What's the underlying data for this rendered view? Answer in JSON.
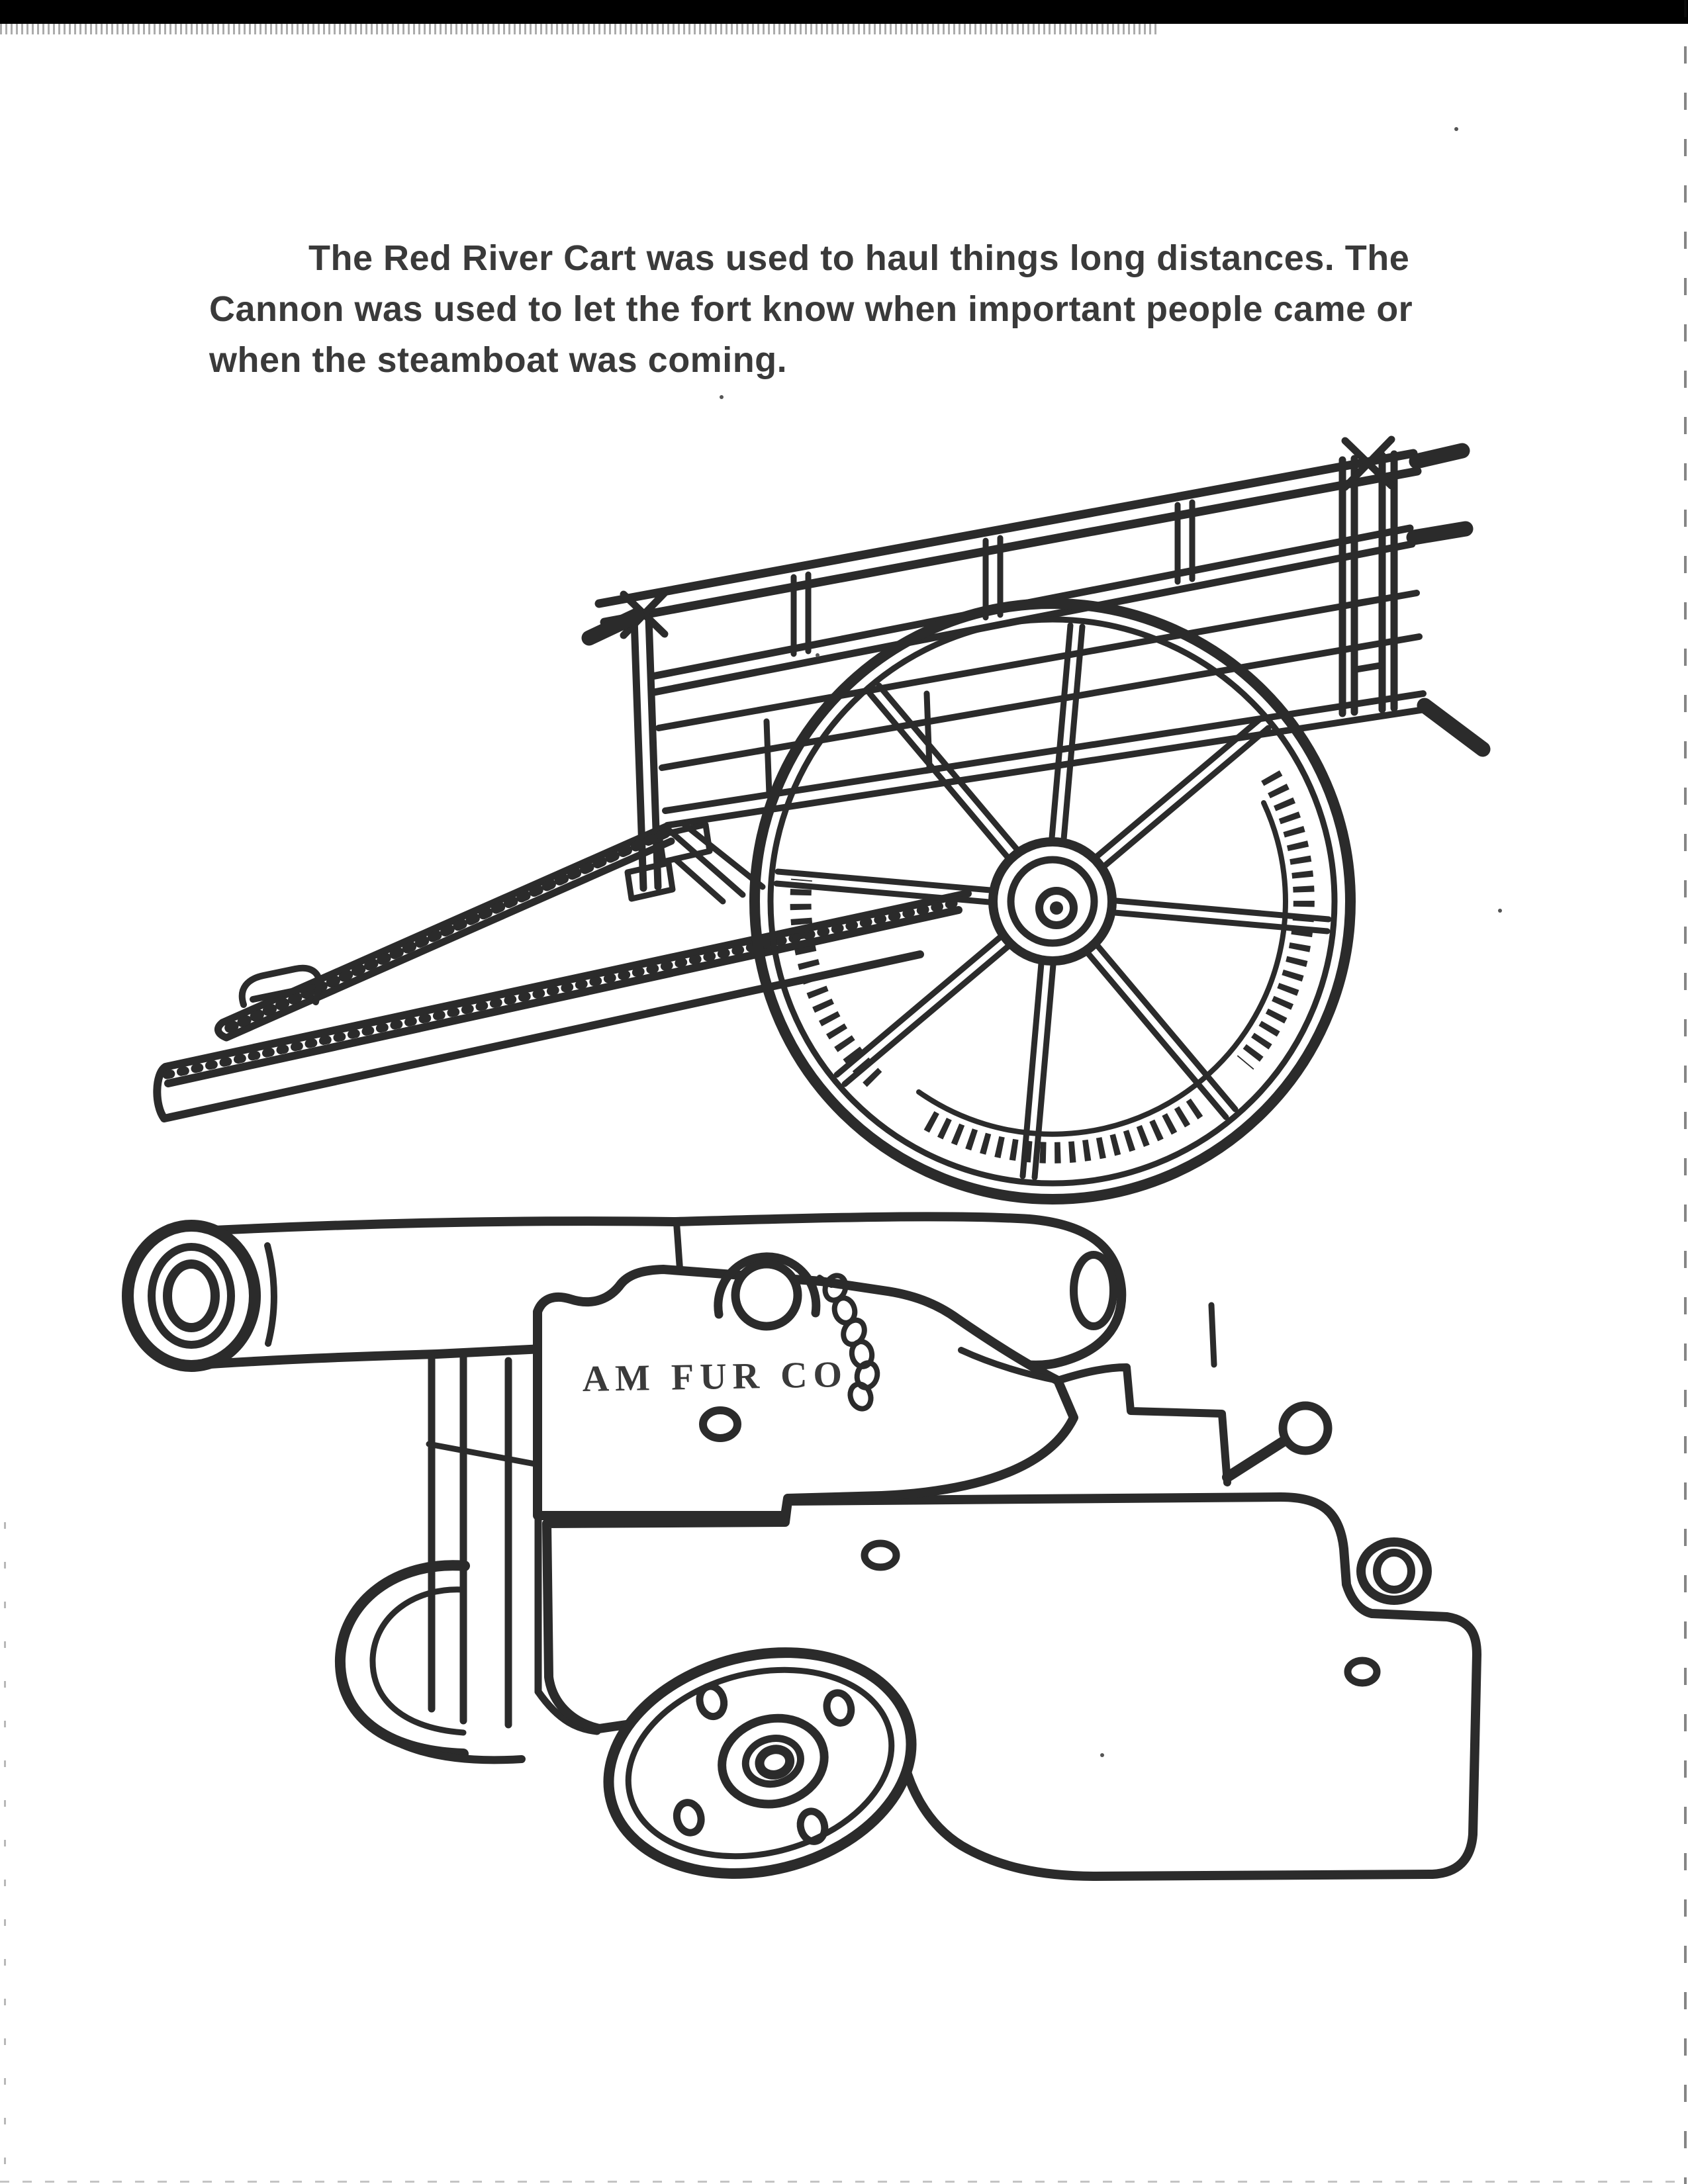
{
  "caption": {
    "lines": [
      "The Red River Cart was used to haul things long distances. The",
      "Cannon was used to let the fort know when important people came or",
      "when the steamboat was coming."
    ]
  },
  "cannon": {
    "stamp_text": "AM FUR CO"
  },
  "colors": {
    "ink": "#2b2b2b",
    "paper": "#ffffff",
    "scan_band": "#000000",
    "caption_text": "#3a3a3a"
  }
}
